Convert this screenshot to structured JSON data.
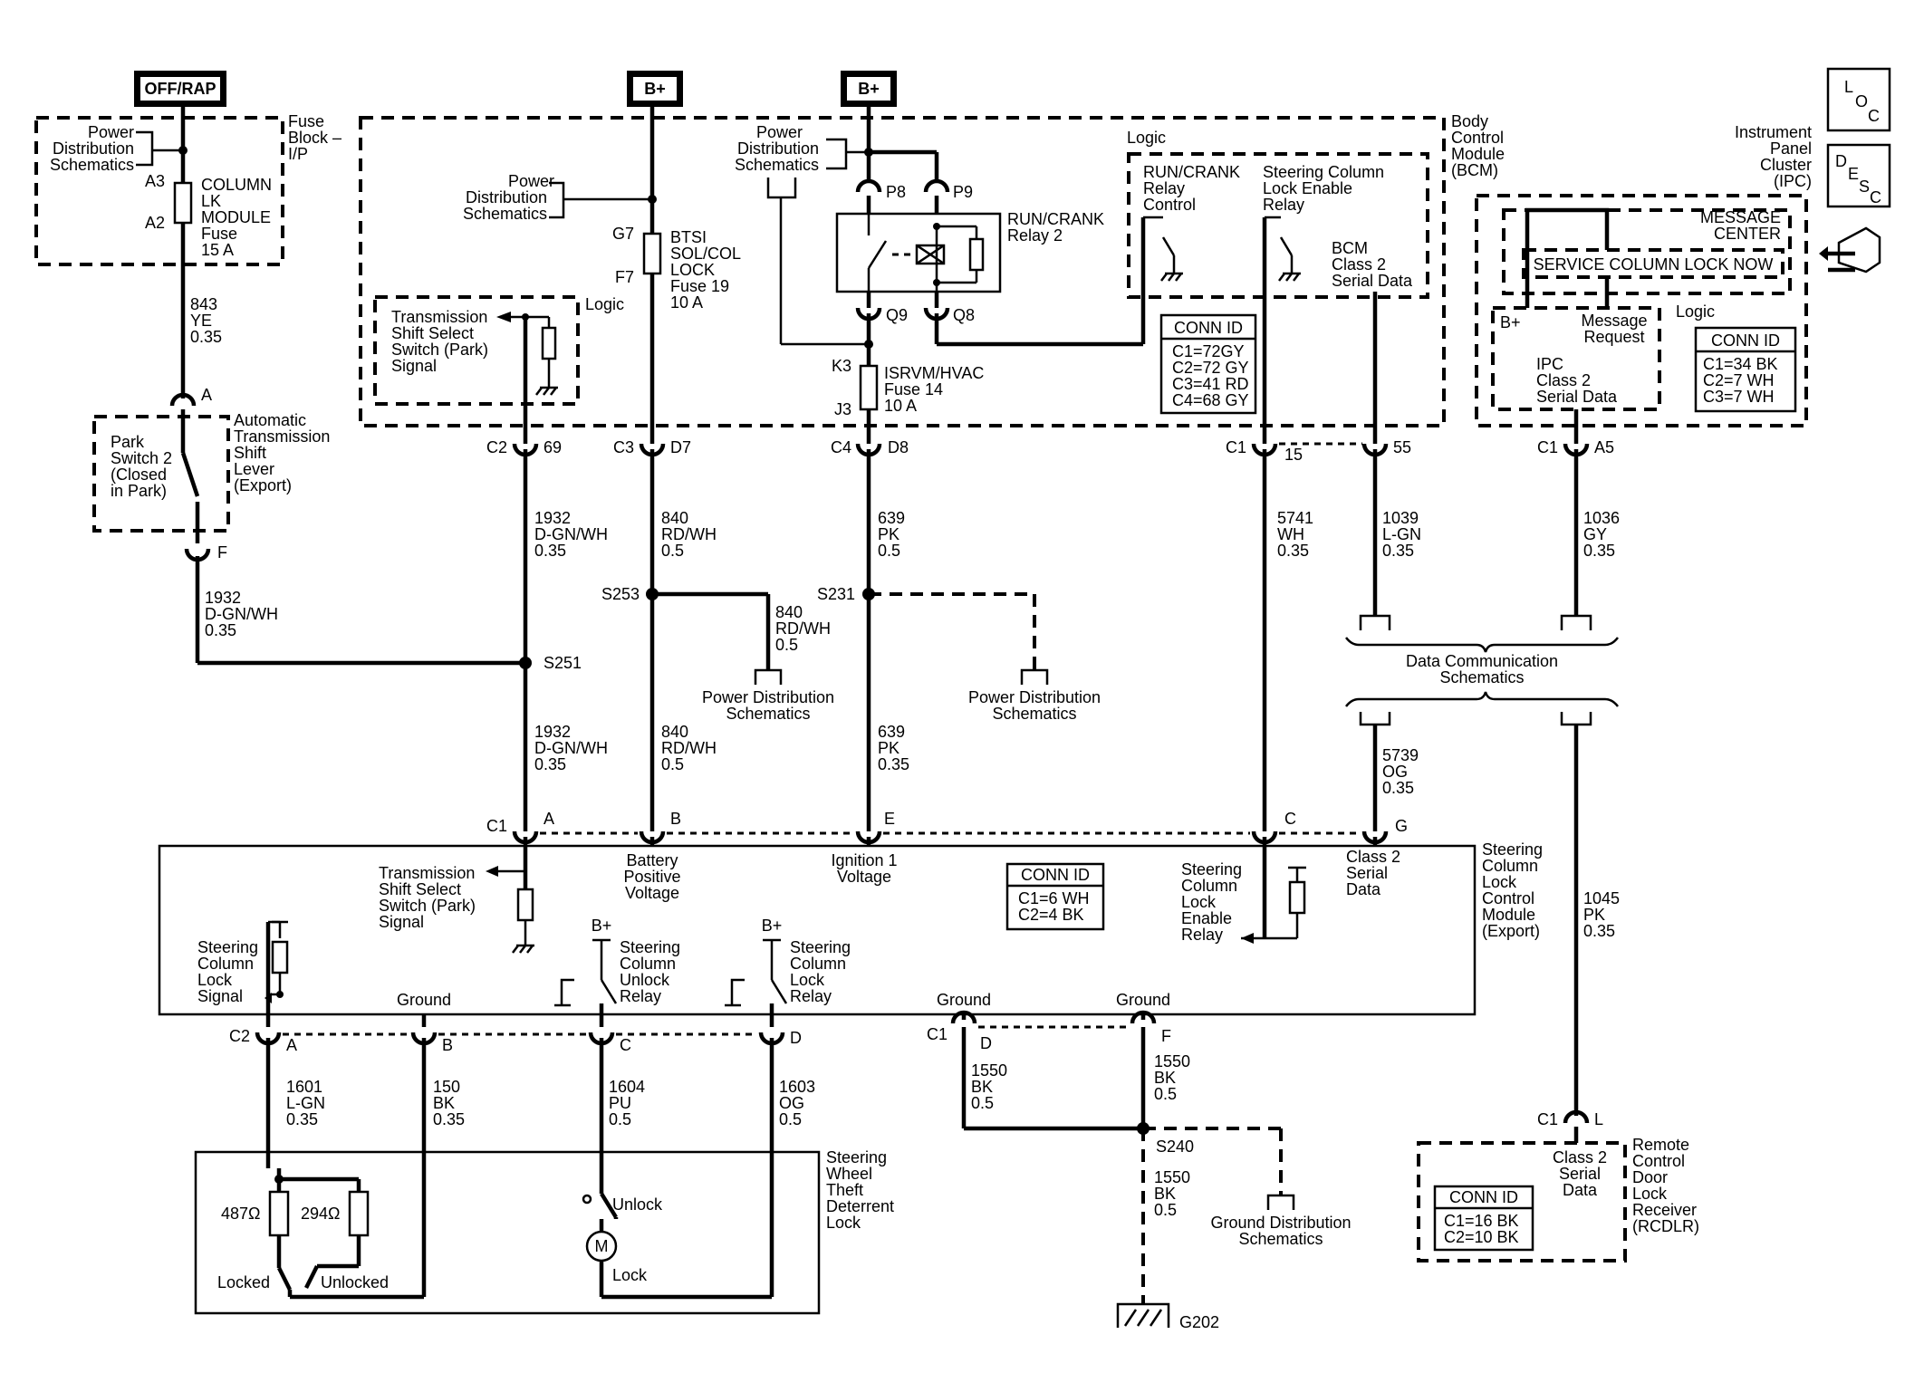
{
  "power_tags": {
    "offrap": "OFF/RAP",
    "bplus1": "B+",
    "bplus2": "B+"
  },
  "nav_icons": {
    "loc_l": "L",
    "loc_o": "O",
    "loc_c": "C",
    "desc_d": "D",
    "desc_e": "E",
    "desc_s": "S",
    "desc_c": "C",
    "connector_icon": "connector-icon"
  },
  "fuse_block": {
    "title": [
      "Fuse",
      "Block –",
      "I/P"
    ],
    "pds": [
      "Power",
      "Distribution",
      "Schematics"
    ],
    "pin_a3": "A3",
    "pin_a2": "A2",
    "fuse": [
      "COLUMN",
      "LK",
      "MODULE",
      "Fuse",
      "15 A"
    ],
    "wire": [
      "843",
      "YE",
      "0.35"
    ],
    "pin_a": "A",
    "pin_f": "F"
  },
  "park_switch": {
    "label": [
      "Park",
      "Switch 2",
      "(Closed",
      "in Park)"
    ],
    "side": [
      "Automatic",
      "Transmission",
      "Shift",
      "Lever",
      "(Export)"
    ],
    "wire": [
      "1932",
      "D-GN/WH",
      "0.35"
    ],
    "splice": "S251"
  },
  "bcm": {
    "title": [
      "Body",
      "Control",
      "Module",
      "(BCM)"
    ],
    "pds1": [
      "Power",
      "Distribution",
      "Schematics"
    ],
    "pds2": [
      "Power",
      "Distribution",
      "Schematics"
    ],
    "tss": [
      "Transmission",
      "Shift Select",
      "Switch (Park)",
      "Signal"
    ],
    "logic1": "Logic",
    "logic2": "Logic",
    "pin_g7": "G7",
    "pin_f7": "F7",
    "btsi_fuse": [
      "BTSI",
      "SOL/COL",
      "LOCK",
      "Fuse 19",
      "10 A"
    ],
    "pin_p8": "P8",
    "pin_p9": "P9",
    "pin_q9": "Q9",
    "pin_q8": "Q8",
    "relay": [
      "RUN/CRANK",
      "Relay 2"
    ],
    "pin_k3": "K3",
    "pin_j3": "J3",
    "isrvm_fuse": [
      "ISRVM/HVAC",
      "Fuse 14",
      "10 A"
    ],
    "runcrank_ctrl": [
      "RUN/CRANK",
      "Relay",
      "Control"
    ],
    "scl_enable": [
      "Steering Column",
      "Lock Enable",
      "Relay"
    ],
    "class2": [
      "BCM",
      "Class 2",
      "Serial Data"
    ],
    "conn_title": "CONN ID",
    "conn": [
      "C1=72GY",
      "C2=72 GY",
      "C3=41 RD",
      "C4=68 GY"
    ]
  },
  "ipc": {
    "title": [
      "Instrument",
      "Panel",
      "Cluster",
      "(IPC)"
    ],
    "msg_center": [
      "MESSAGE",
      "CENTER"
    ],
    "message": "SERVICE COLUMN LOCK NOW",
    "bplus": "B+",
    "msg_req": [
      "Message",
      "Request"
    ],
    "logic": "Logic",
    "class2": [
      "IPC",
      "Class 2",
      "Serial Data"
    ],
    "conn_title": "CONN ID",
    "conn": [
      "C1=34 BK",
      "C2=7 WH",
      "C3=7 WH"
    ]
  },
  "bcm_pins": {
    "c2": "C2",
    "p69": "69",
    "c3": "C3",
    "d7": "D7",
    "c4": "C4",
    "d8": "D8",
    "c1": "C1",
    "p15": "15",
    "p55": "55",
    "ipc_c1": "C1",
    "a5": "A5"
  },
  "wires_mid": {
    "w1932": [
      "1932",
      "D-GN/WH",
      "0.35"
    ],
    "w840": [
      "840",
      "RD/WH",
      "0.5"
    ],
    "w639": [
      "639",
      "PK",
      "0.5"
    ],
    "w5741": [
      "5741",
      "WH",
      "0.35"
    ],
    "w1039": [
      "1039",
      "L-GN",
      "0.35"
    ],
    "w1036": [
      "1036",
      "GY",
      "0.35"
    ],
    "s253": "S253",
    "s231": "S231",
    "w840b": [
      "840",
      "RD/WH",
      "0.5"
    ],
    "pds_a": [
      "Power Distribution",
      "Schematics"
    ],
    "pds_b": [
      "Power Distribution",
      "Schematics"
    ],
    "dcs": [
      "Data Communication",
      "Schematics"
    ],
    "w1932b": [
      "1932",
      "D-GN/WH",
      "0.35"
    ],
    "w840c": [
      "840",
      "RD/WH",
      "0.5"
    ],
    "w639b": [
      "639",
      "PK",
      "0.35"
    ],
    "w5739": [
      "5739",
      "OG",
      "0.35"
    ],
    "w1045": [
      "1045",
      "PK",
      "0.35"
    ]
  },
  "sclcm": {
    "title": [
      "Steering",
      "Column",
      "Lock",
      "Control",
      "Module",
      "(Export)"
    ],
    "c1": "C1",
    "pa": "A",
    "pb": "B",
    "pe": "E",
    "pc": "C",
    "pg": "G",
    "tss": [
      "Transmission",
      "Shift Select",
      "Switch (Park)",
      "Signal"
    ],
    "bat": [
      "Battery",
      "Positive",
      "Voltage"
    ],
    "ign": [
      "Ignition 1",
      "Voltage"
    ],
    "conn_title": "CONN ID",
    "conn": [
      "C1=6 WH",
      "C2=4 BK"
    ],
    "scl_enable": [
      "Steering",
      "Column",
      "Lock",
      "Enable",
      "Relay"
    ],
    "class2": [
      "Class 2",
      "Serial",
      "Data"
    ],
    "scl_signal": [
      "Steering",
      "Column",
      "Lock",
      "Signal"
    ],
    "ground": "Ground",
    "bplus1": "B+",
    "bplus2": "B+",
    "unlock_relay": [
      "Steering",
      "Column",
      "Unlock",
      "Relay"
    ],
    "lock_relay": [
      "Steering",
      "Column",
      "Lock",
      "Relay"
    ],
    "ground_c1": "Ground",
    "ground_f": "Ground"
  },
  "bottom": {
    "c2": "C2",
    "pa": "A",
    "pb": "B",
    "pc": "C",
    "pd": "D",
    "c1": "C1",
    "pd2": "D",
    "pf": "F",
    "w1601": [
      "1601",
      "L-GN",
      "0.35"
    ],
    "w150": [
      "150",
      "BK",
      "0.35"
    ],
    "w1604": [
      "1604",
      "PU",
      "0.5"
    ],
    "w1603": [
      "1603",
      "OG",
      "0.5"
    ],
    "w1550a": [
      "1550",
      "BK",
      "0.5"
    ],
    "w1550b": [
      "1550",
      "BK",
      "0.5"
    ],
    "w1550c": [
      "1550",
      "BK",
      "0.5"
    ],
    "s240": "S240",
    "gds": [
      "Ground Distribution",
      "Schematics"
    ],
    "g202": "G202",
    "swtd": [
      "Steering",
      "Wheel",
      "Theft",
      "Deterrent",
      "Lock"
    ],
    "r487": "487Ω",
    "r294": "294Ω",
    "locked": "Locked",
    "unlocked": "Unlocked",
    "unlock": "Unlock",
    "lock": "Lock",
    "motor": "M"
  },
  "rcdlr": {
    "c1": "C1",
    "pl": "L",
    "class2": [
      "Class 2",
      "Serial",
      "Data"
    ],
    "title": [
      "Remote",
      "Control",
      "Door",
      "Lock",
      "Receiver",
      "(RCDLR)"
    ],
    "conn_title": "CONN ID",
    "conn": [
      "C1=16 BK",
      "C2=10 BK"
    ]
  }
}
